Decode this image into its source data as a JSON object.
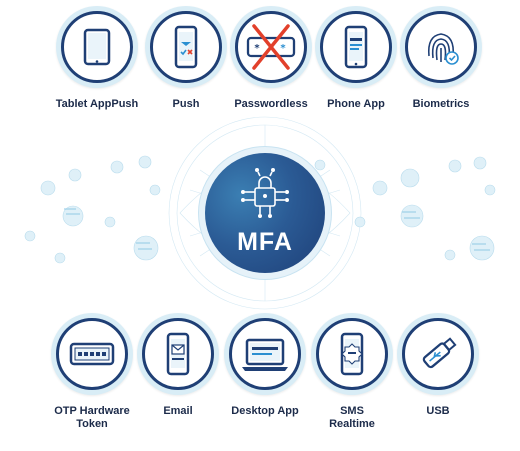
{
  "center": {
    "title": "MFA",
    "icon": "circuit-lock-icon"
  },
  "top_methods": [
    {
      "label": "Tablet AppPush",
      "icon": "tablet-icon"
    },
    {
      "label": "Push",
      "icon": "phone-push-icon"
    },
    {
      "label": "Passwordless",
      "icon": "crossed-password-icon"
    },
    {
      "label": "Phone App",
      "icon": "phone-app-icon"
    },
    {
      "label": "Biometrics",
      "icon": "fingerprint-icon"
    }
  ],
  "bottom_methods": [
    {
      "label": "OTP Hardware\nToken",
      "icon": "otp-token-icon"
    },
    {
      "label": "Email",
      "icon": "phone-email-icon"
    },
    {
      "label": "Desktop App",
      "icon": "laptop-icon"
    },
    {
      "label": "SMS\nRealtime",
      "icon": "phone-sms-icon"
    },
    {
      "label": "USB",
      "icon": "usb-icon"
    }
  ],
  "colors": {
    "navy": "#1f3f75",
    "light_blue": "#d9edf6",
    "accent": "#2b8fd1",
    "red": "#e2402b"
  }
}
